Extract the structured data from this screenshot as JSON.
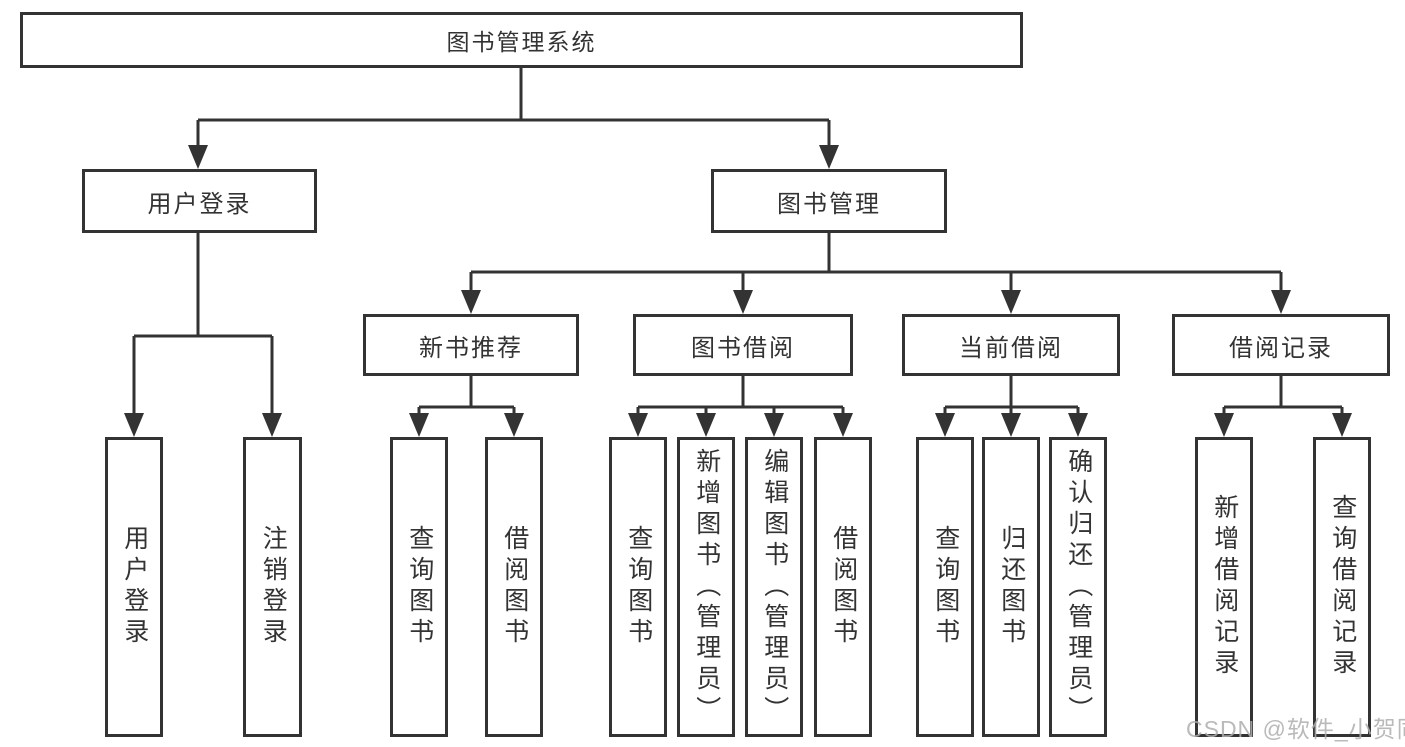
{
  "diagram": {
    "tree": {
      "root": {
        "label": "图书管理系统",
        "children": [
          {
            "label": "用户登录",
            "children": [
              {
                "label": "用户登录"
              },
              {
                "label": "注销登录"
              }
            ]
          },
          {
            "label": "图书管理",
            "children": [
              {
                "label": "新书推荐",
                "children": [
                  {
                    "label": "查询图书"
                  },
                  {
                    "label": "借阅图书"
                  }
                ]
              },
              {
                "label": "图书借阅",
                "children": [
                  {
                    "label": "查询图书"
                  },
                  {
                    "label": "新增图书（管理员）"
                  },
                  {
                    "label": "编辑图书（管理员）"
                  },
                  {
                    "label": "借阅图书"
                  }
                ]
              },
              {
                "label": "当前借阅",
                "children": [
                  {
                    "label": "查询图书"
                  },
                  {
                    "label": "归还图书"
                  },
                  {
                    "label": "确认归还（管理员）"
                  }
                ]
              },
              {
                "label": "借阅记录",
                "children": [
                  {
                    "label": "新增借阅记录"
                  },
                  {
                    "label": "查询借阅记录"
                  }
                ]
              }
            ]
          }
        ]
      }
    },
    "colors": {
      "line": "#333333",
      "box_border": "#333333",
      "text": "#333333",
      "background": "#ffffff",
      "watermark": "#aeaeae"
    },
    "watermark": {
      "text": "CSDN @软件_小贺同学"
    }
  }
}
